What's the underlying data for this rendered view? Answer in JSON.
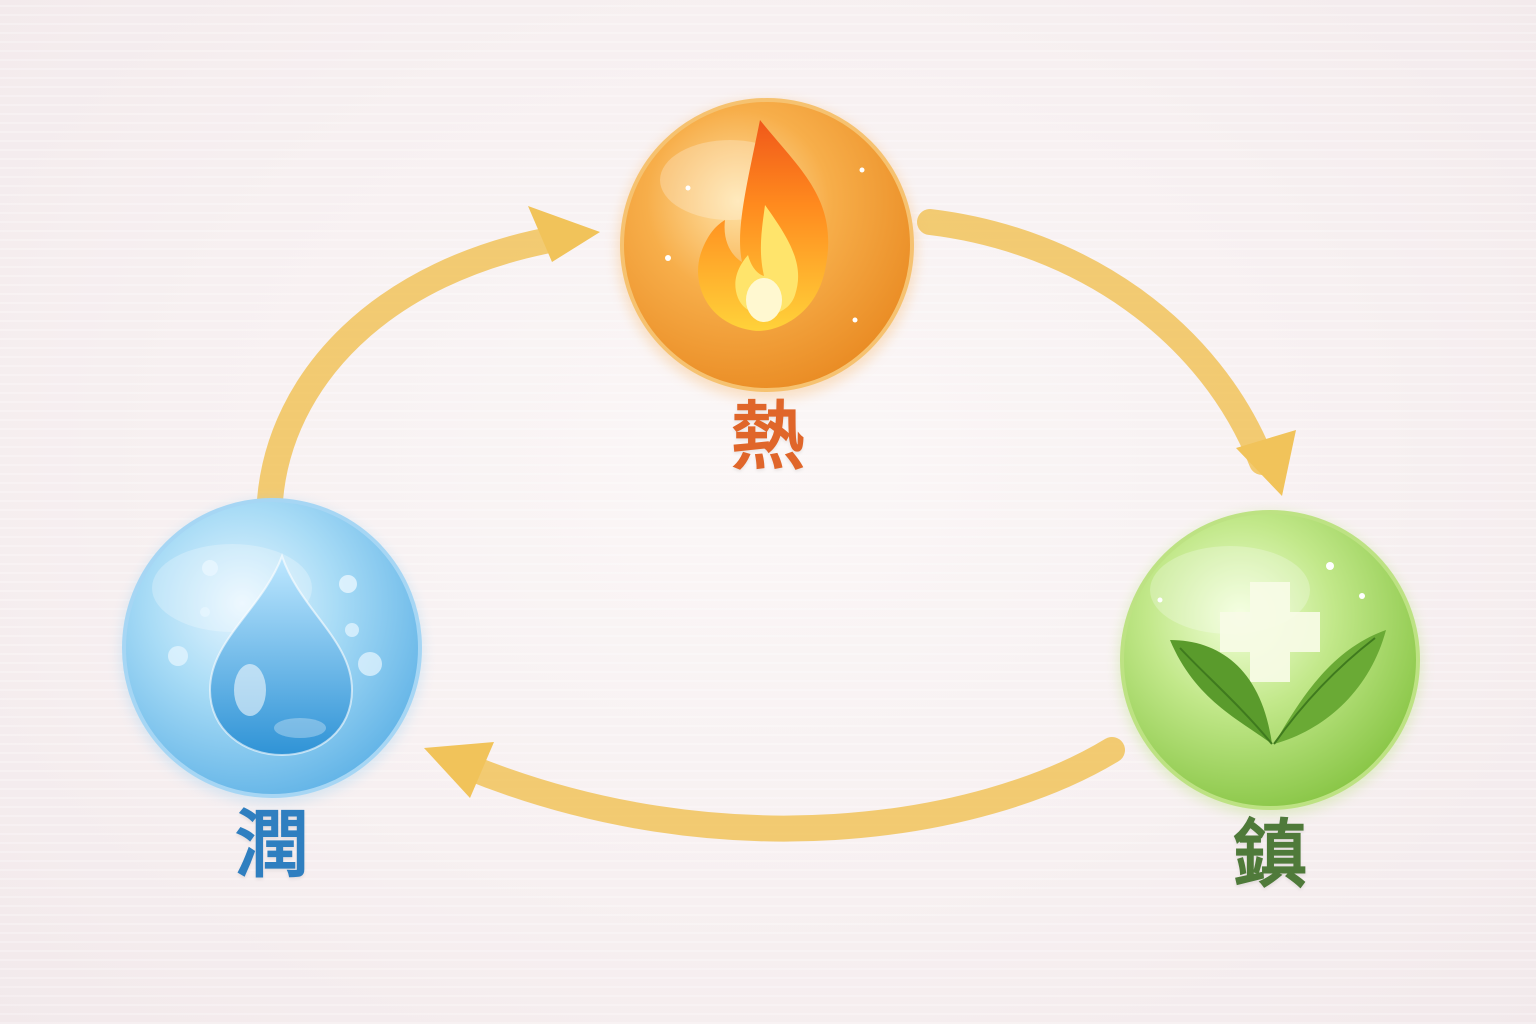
{
  "nodes": [
    {
      "id": "heat",
      "label": "熱",
      "icon": "flame-icon",
      "color": "#e0662a",
      "sphere_color": "#f5a33a"
    },
    {
      "id": "calm",
      "label": "鎮",
      "icon": "leaf-cross-icon",
      "color": "#4f7a3a",
      "sphere_color": "#9fd35a"
    },
    {
      "id": "moist",
      "label": "潤",
      "icon": "water-drop-icon",
      "color": "#2f7fc0",
      "sphere_color": "#7fc4ec"
    }
  ],
  "cycle": [
    "moist",
    "heat",
    "calm",
    "moist"
  ],
  "arrow_color": "#f1c35a"
}
